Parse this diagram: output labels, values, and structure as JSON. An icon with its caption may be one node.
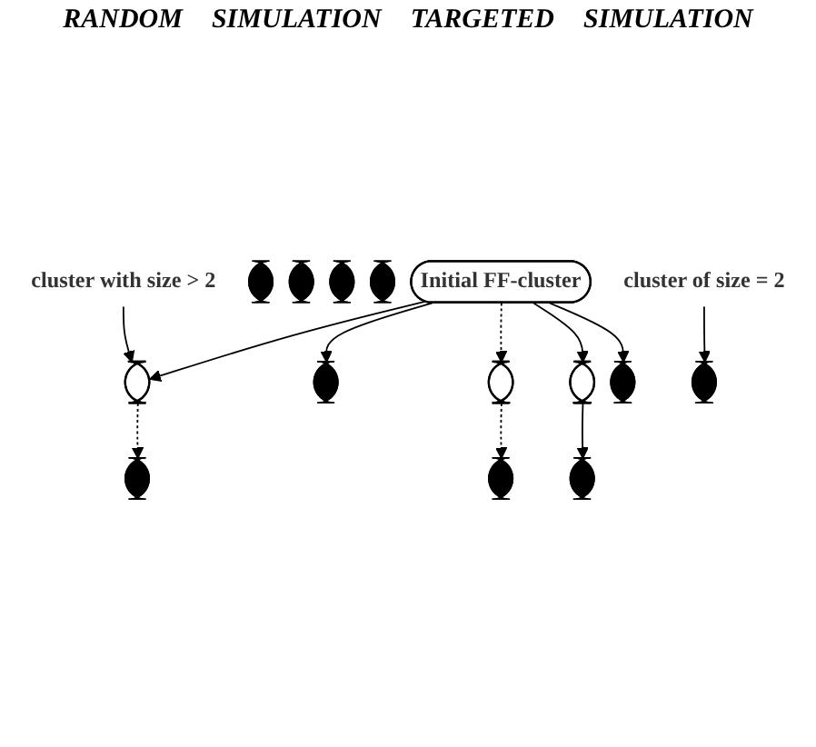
{
  "diagram": {
    "nodes": [
      {
        "text": [
          "Initial FF-cluster"
        ]
      },
      {
        "text": [],
        "shape": "ellipse"
      },
      {
        "text": [],
        "shape": "ellipse"
      },
      {
        "text": [],
        "shape": "ellipse"
      },
      {
        "text": [],
        "shape": "ellipse"
      },
      {
        "text": [],
        "shape": "ellipse"
      },
      {
        "text": [],
        "shape": "ellipse"
      },
      {
        "text": [],
        "shape": "ellipse"
      },
      {
        "text": [],
        "shape": "ellipse"
      },
      {
        "text": [],
        "shape": "ellipse"
      },
      {
        "text": [],
        "shape": "ellipse"
      },
      {
        "text": [],
        "shape": "ellipse"
      },
      {
        "text": [],
        "shape": "ellipse"
      },
      {
        "text": [],
        "shape": "ellipse"
      },
      {
        "text": [
          "cluster with size > 2"
        ]
      },
      {
        "text": [
          "cluster of size = 2"
        ]
      }
    ],
    "edges": [
      {
        "from": 0,
        "to": 1,
        "arrow": "to"
      },
      {
        "from": 0,
        "to": 2,
        "arrow": "to"
      },
      {
        "from": 0,
        "to": 4,
        "arrow": "to",
        "style": "dashed"
      },
      {
        "from": 0,
        "to": 5,
        "arrow": "to"
      },
      {
        "from": 0,
        "to": 6,
        "arrow": "to"
      },
      {
        "from": 1,
        "to": 7,
        "arrow": "to",
        "style": "dashed"
      },
      {
        "from": 4,
        "to": 10,
        "arrow": "to",
        "style": "dashed"
      },
      {
        "from": 5,
        "to": 12,
        "arrow": "to"
      },
      {
        "from": 14,
        "to": 1,
        "arrow": "to"
      },
      {
        "from": 15,
        "to": 8,
        "arrow": "to"
      }
    ],
    "labels": [
      "RANDOM",
      "SIMULATION",
      "TARGETED",
      "SIMULATION"
    ]
  }
}
